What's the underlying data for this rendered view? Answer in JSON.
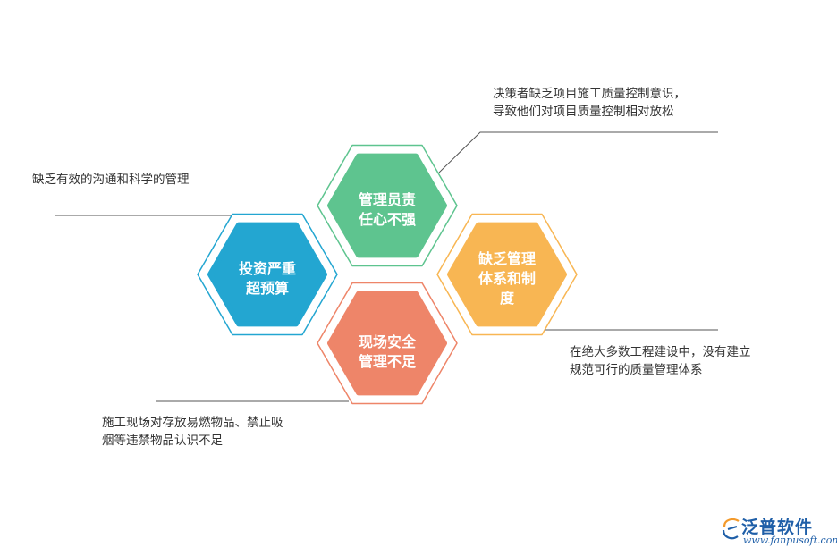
{
  "hexagons": [
    {
      "id": "top",
      "lines": [
        "管理员责",
        "任心不强"
      ],
      "color": "#5ec48f",
      "ring": "#5ec48f"
    },
    {
      "id": "left",
      "lines": [
        "投资严重",
        "超预算"
      ],
      "color": "#23a6d1",
      "ring": "#23a6d1"
    },
    {
      "id": "right",
      "lines": [
        "缺乏管理",
        "体系和制",
        "度"
      ],
      "color": "#f8b653",
      "ring": "#f8b653"
    },
    {
      "id": "bottom",
      "lines": [
        "现场安全",
        "管理不足"
      ],
      "color": "#ee8569",
      "ring": "#ee8569"
    }
  ],
  "notes": {
    "top_right": [
      "决策者缺乏项目施工质量控制意识，",
      "导致他们对项目质量控制相对放松"
    ],
    "top_left": [
      "缺乏有效的沟通和科学的管理"
    ],
    "bottom_right": [
      "在绝大多数工程建设中，没有建立",
      "规范可行的质量管理体系"
    ],
    "bottom_left": [
      "施工现场对存放易燃物品、禁止吸",
      "烟等违禁物品认识不足"
    ]
  },
  "logo": {
    "name": "泛普软件",
    "url": "www.fanpusoft.com",
    "color": "#1f5fa8"
  }
}
